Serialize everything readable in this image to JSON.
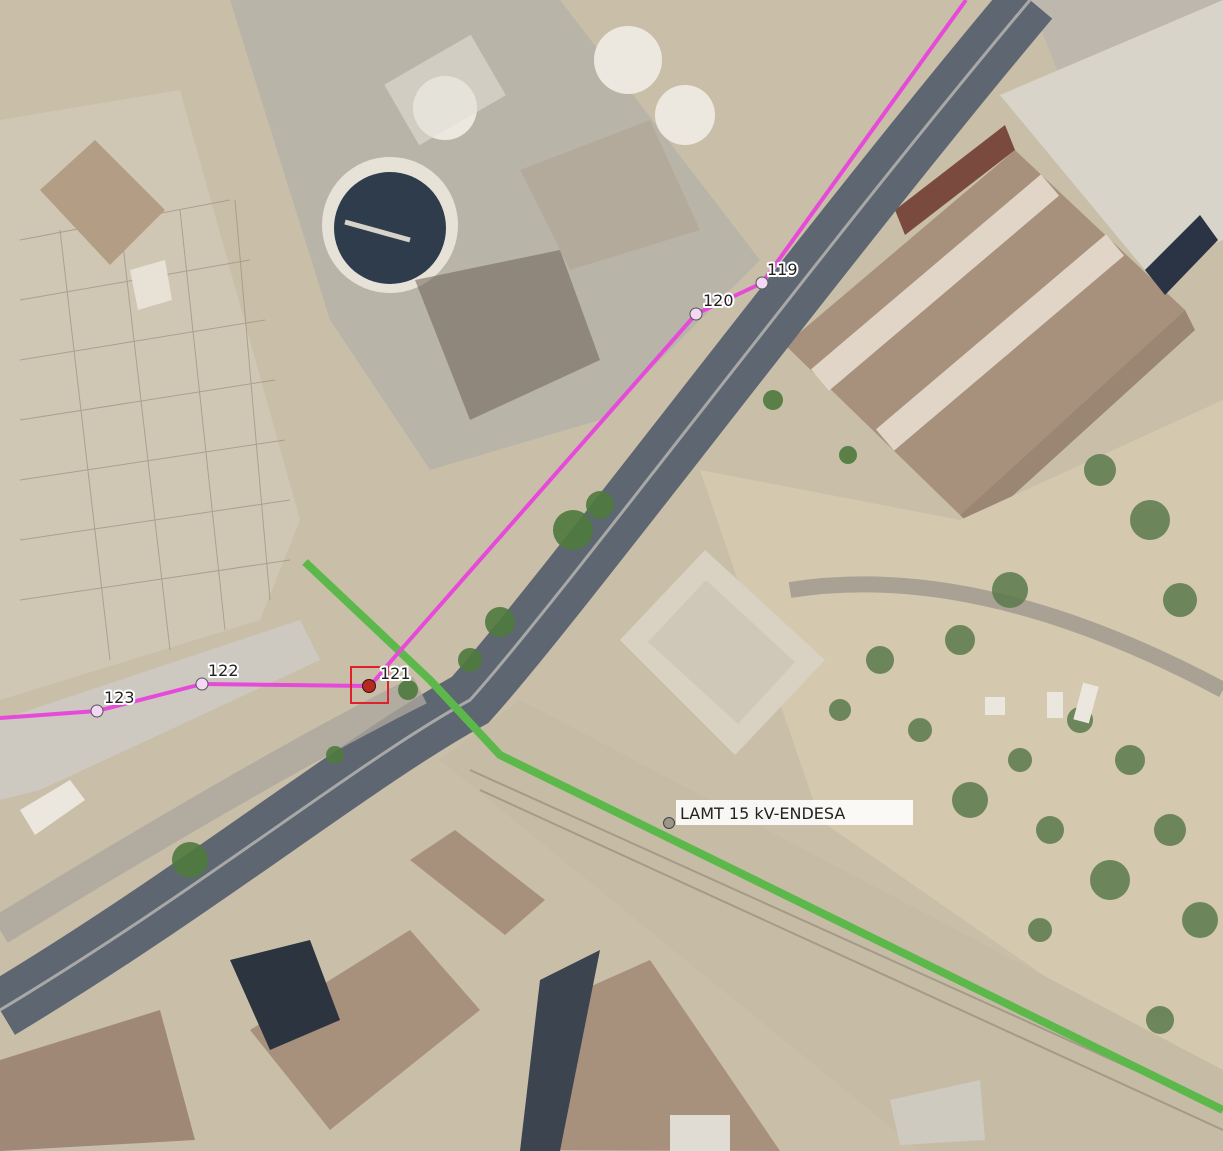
{
  "map": {
    "colors": {
      "aerial_base": "#c9bfa9",
      "road": "#626a76",
      "building_roof": "#a8917c",
      "support_line": "#e64ad8",
      "endesa_line": "#5cb84a",
      "selection": "#e0202a",
      "selected_point": "#b42a1e"
    },
    "support_points": [
      {
        "label": "119"
      },
      {
        "label": "120"
      },
      {
        "label": "121",
        "selected": true
      },
      {
        "label": "122"
      },
      {
        "label": "123"
      }
    ],
    "lines": [
      {
        "name": "LAMT 15 kV-ENDESA",
        "label": "LAMT 15 kV-ENDESA"
      }
    ],
    "icons": {
      "selection": "selection-square-icon",
      "vertex": "vertex-dot-icon"
    }
  }
}
